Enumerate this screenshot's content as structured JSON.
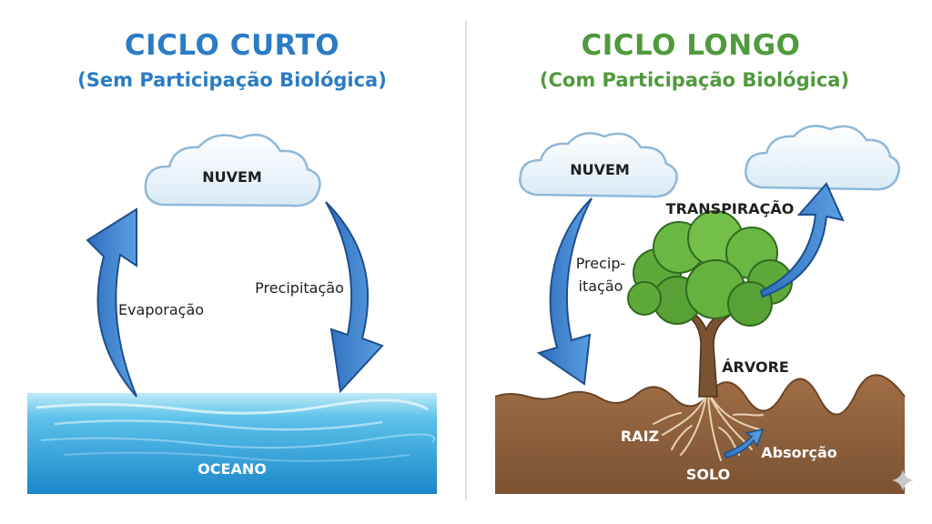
{
  "colors": {
    "short_title": "#2b7cc4",
    "long_title": "#4f9a3c",
    "arrow": "#3b7fcf",
    "ocean": "#2a9fd6",
    "soil": "#8b5e3c",
    "tree_leaf": "#5fa83a",
    "trunk": "#6b4a2b"
  },
  "left": {
    "title": "CICLO CURTO",
    "subtitle": "(Sem Participação Biológica)",
    "cloud_label": "NUVEM",
    "evaporation": "Evaporação",
    "precipitation": "Precipitação",
    "ocean_label": "OCEANO"
  },
  "right": {
    "title": "CICLO LONGO",
    "subtitle": "(Com Participação Biológica)",
    "cloud_label": "NUVEM",
    "precip_line1": "Precip-",
    "precip_line2": "itação",
    "transpiration": "TRANSPIRAÇÃO",
    "tree_label": "ÁRVORE",
    "root_label": "RAIZ",
    "absorption": "Absorção",
    "soil_label": "SOLO"
  }
}
